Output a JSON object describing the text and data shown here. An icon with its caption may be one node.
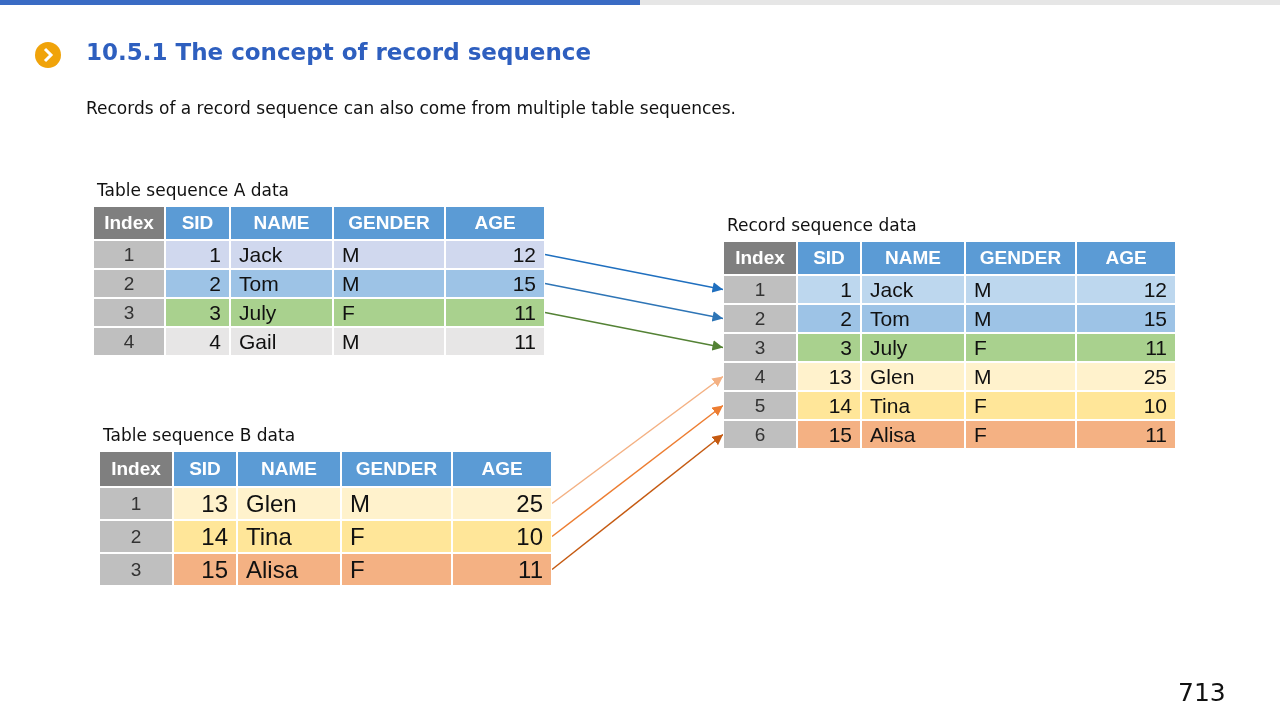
{
  "diagram": {
    "title": "10.5.1 The concept of record sequence",
    "nodes": [
      {
        "text": [
          "Table sequence A data"
        ]
      },
      {
        "text": [
          "Index",
          "SID",
          "NAME",
          "GENDER",
          "AGE"
        ],
        "in": 0
      },
      {
        "text": [
          "1",
          "1",
          "Jack",
          "M",
          "12"
        ],
        "in": 0
      },
      {
        "text": [
          "2",
          "2",
          "Tom",
          "M",
          "15"
        ],
        "in": 0
      },
      {
        "text": [
          "3",
          "3",
          "July",
          "F",
          "11"
        ],
        "in": 0
      },
      {
        "text": [
          "4",
          "4",
          "Gail",
          "M",
          "11"
        ],
        "in": 0
      },
      {
        "text": [
          "Table sequence B data"
        ]
      },
      {
        "text": [
          "Index",
          "SID",
          "NAME",
          "GENDER",
          "AGE"
        ],
        "in": 6
      },
      {
        "text": [
          "1",
          "13",
          "Glen",
          "M",
          "25"
        ],
        "in": 6
      },
      {
        "text": [
          "2",
          "14",
          "Tina",
          "F",
          "10"
        ],
        "in": 6
      },
      {
        "text": [
          "3",
          "15",
          "Alisa",
          "F",
          "11"
        ],
        "in": 6
      },
      {
        "text": [
          "Record sequence data"
        ]
      },
      {
        "text": [
          "Index",
          "SID",
          "NAME",
          "GENDER",
          "AGE"
        ],
        "in": 11
      },
      {
        "text": [
          "1",
          "1",
          "Jack",
          "M",
          "12"
        ],
        "in": 11
      },
      {
        "text": [
          "2",
          "2",
          "Tom",
          "M",
          "15"
        ],
        "in": 11
      },
      {
        "text": [
          "3",
          "3",
          "July",
          "F",
          "11"
        ],
        "in": 11
      },
      {
        "text": [
          "4",
          "13",
          "Glen",
          "M",
          "25"
        ],
        "in": 11
      },
      {
        "text": [
          "5",
          "14",
          "Tina",
          "F",
          "10"
        ],
        "in": 11
      },
      {
        "text": [
          "6",
          "15",
          "Alisa",
          "F",
          "11"
        ],
        "in": 11
      }
    ],
    "edges": [
      {
        "from": 2,
        "to": 13,
        "arrow": "to",
        "color": "#1f6fbf"
      },
      {
        "from": 3,
        "to": 14,
        "arrow": "to",
        "color": "#2e75b6"
      },
      {
        "from": 4,
        "to": 15,
        "arrow": "to",
        "color": "#548235"
      },
      {
        "from": 8,
        "to": 16,
        "arrow": "to",
        "color": "#f4b183"
      },
      {
        "from": 9,
        "to": 17,
        "arrow": "to",
        "color": "#ed7d31"
      },
      {
        "from": 10,
        "to": 18,
        "arrow": "to",
        "color": "#c55a11"
      }
    ],
    "labels": [
      "Records of a record sequence can also come from multiple table sequences.",
      "713"
    ]
  }
}
